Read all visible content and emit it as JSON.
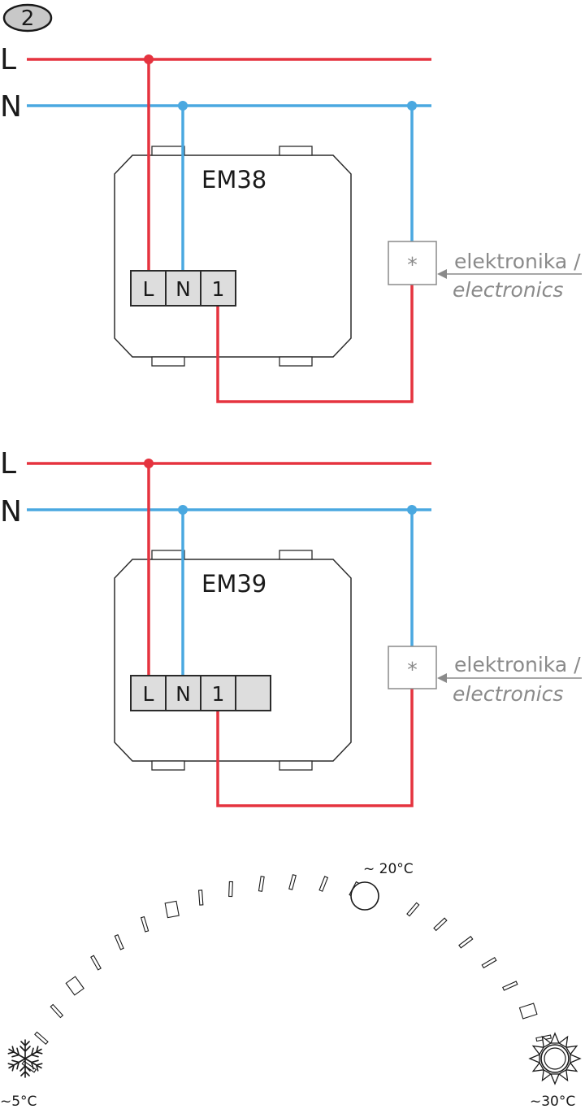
{
  "step_number": "2",
  "colors": {
    "live": "#e5333f",
    "neutral": "#4aa8e0",
    "outline": "#2b2b2b",
    "terminal_fill": "#dddddd",
    "grey_text": "#8a8a8a"
  },
  "diagrams": [
    {
      "line_L": "L",
      "line_N": "N",
      "model": "EM38",
      "terminals": [
        "L",
        "N",
        "1"
      ],
      "electronics_marker": "*",
      "electronics_line1": "elektronika /",
      "electronics_line2": "electronics"
    },
    {
      "line_L": "L",
      "line_N": "N",
      "model": "EM39",
      "terminals": [
        "L",
        "N",
        "1",
        ""
      ],
      "electronics_marker": "*",
      "electronics_line1": "elektronika /",
      "electronics_line2": "electronics"
    }
  ],
  "dial": {
    "left_icon": "snowflake-icon",
    "right_icon": "sun-icon",
    "center_icon": "circle-icon",
    "min_label": "~5°C",
    "mid_label": "~ 20°C",
    "max_label": "~30°C"
  }
}
